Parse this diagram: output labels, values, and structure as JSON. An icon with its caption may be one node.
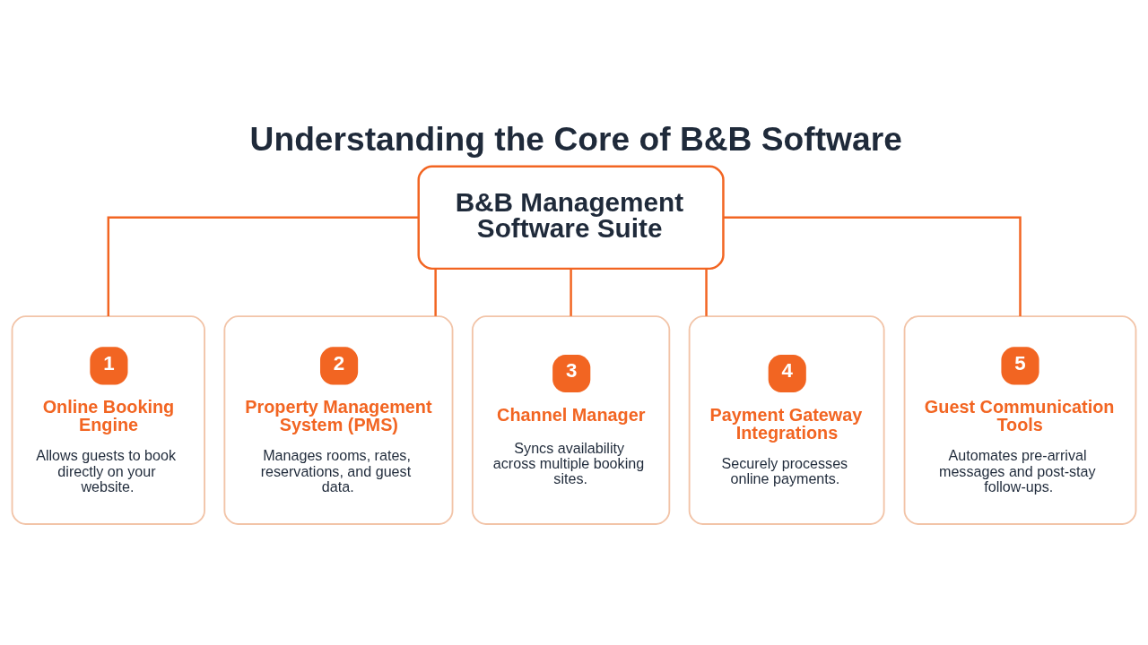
{
  "diagram": {
    "title": "Understanding the Core of B&B Software",
    "nodes": [
      {
        "text": [
          "B&B Management Software Suite"
        ]
      },
      {
        "text": [
          "1",
          "Online Booking Engine",
          "Allows guests to book directly on your website."
        ]
      },
      {
        "text": [
          "2",
          "Property Management System (PMS)",
          "Manages rooms, rates, reservations, and guest data."
        ]
      },
      {
        "text": [
          "3",
          "Channel Manager",
          "Syncs availability across multiple booking sites."
        ]
      },
      {
        "text": [
          "4",
          "Payment Gateway Integrations",
          "Securely processes online payments."
        ]
      },
      {
        "text": [
          "5",
          "Guest Communication Tools",
          "Automates pre-arrival messages and post-stay follow-ups."
        ]
      }
    ],
    "edges": [
      {
        "from": 0,
        "to": 1,
        "arrow": "none"
      },
      {
        "from": 0,
        "to": 2,
        "arrow": "none"
      },
      {
        "from": 0,
        "to": 3,
        "arrow": "none"
      },
      {
        "from": 0,
        "to": 4,
        "arrow": "none"
      },
      {
        "from": 0,
        "to": 5,
        "arrow": "none"
      }
    ]
  }
}
